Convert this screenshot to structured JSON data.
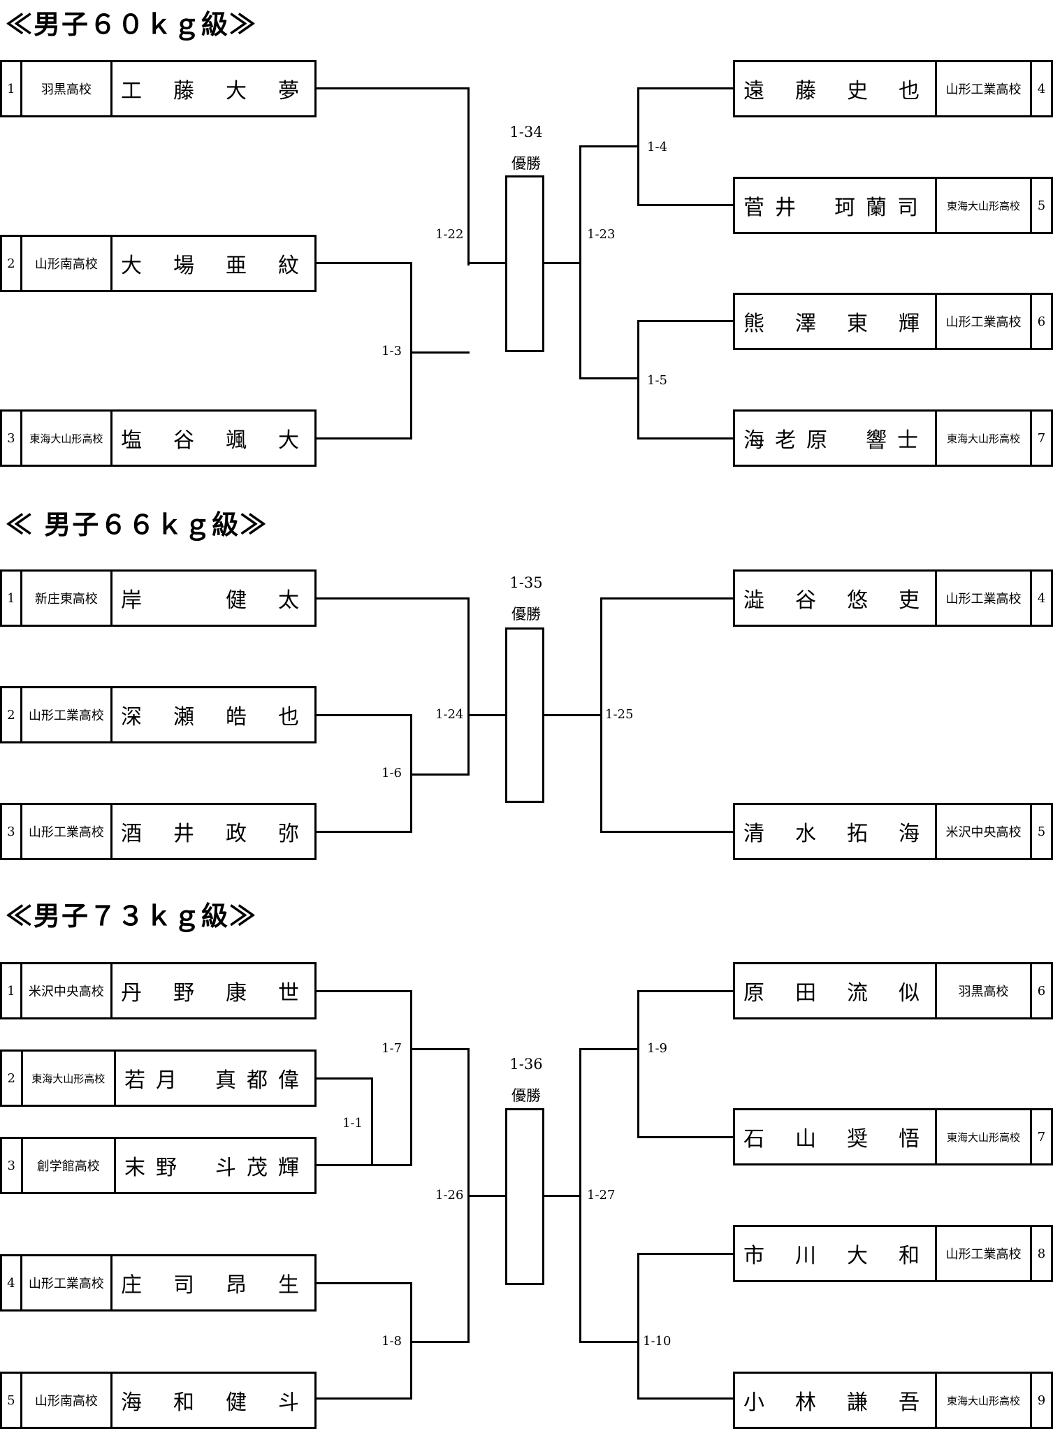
{
  "brackets": [
    {
      "title": "≪男子６０ｋｇ級≫",
      "final_match": "1-34",
      "final_label": "優勝",
      "left": [
        {
          "seed": "1",
          "school": "羽黒高校",
          "name": [
            "工",
            "藤",
            "大",
            "夢"
          ]
        },
        {
          "seed": "2",
          "school": "山形南高校",
          "name": [
            "大",
            "場",
            "亜",
            "紋"
          ]
        },
        {
          "seed": "3",
          "school": "東海大山形高校",
          "name": [
            "塩",
            "谷",
            "颯",
            "大"
          ]
        }
      ],
      "right": [
        {
          "seed": "4",
          "school": "山形工業高校",
          "name": [
            "遠",
            "藤",
            "史",
            "也"
          ]
        },
        {
          "seed": "5",
          "school": "東海大山形高校",
          "name": [
            "菅",
            "井",
            "",
            "珂",
            "蘭",
            "司"
          ]
        },
        {
          "seed": "6",
          "school": "山形工業高校",
          "name": [
            "熊",
            "澤",
            "東",
            "輝"
          ]
        },
        {
          "seed": "7",
          "school": "東海大山形高校",
          "name": [
            "海",
            "老",
            "原",
            "",
            "響",
            "士"
          ]
        }
      ],
      "matches": {
        "m1": "1-22",
        "m2": "1-3",
        "m3": "1-23",
        "m4": "1-4",
        "m5": "1-5"
      }
    },
    {
      "title": "≪ 男子６６ｋｇ級≫",
      "final_match": "1-35",
      "final_label": "優勝",
      "left": [
        {
          "seed": "1",
          "school": "新庄東高校",
          "name": [
            "岸",
            "",
            "健",
            "太"
          ]
        },
        {
          "seed": "2",
          "school": "山形工業高校",
          "name": [
            "深",
            "瀬",
            "皓",
            "也"
          ]
        },
        {
          "seed": "3",
          "school": "山形工業高校",
          "name": [
            "酒",
            "井",
            "政",
            "弥"
          ]
        }
      ],
      "right": [
        {
          "seed": "4",
          "school": "山形工業高校",
          "name": [
            "澁",
            "谷",
            "悠",
            "吏"
          ]
        },
        {
          "seed": "5",
          "school": "米沢中央高校",
          "name": [
            "清",
            "水",
            "拓",
            "海"
          ]
        }
      ],
      "matches": {
        "m1": "1-24",
        "m2": "1-6",
        "m3": "1-25"
      }
    },
    {
      "title": "≪男子７３ｋｇ級≫",
      "final_match": "1-36",
      "final_label": "優勝",
      "left": [
        {
          "seed": "1",
          "school": "米沢中央高校",
          "name": [
            "丹",
            "野",
            "康",
            "世"
          ]
        },
        {
          "seed": "2",
          "school": "東海大山形高校",
          "name": [
            "若",
            "月",
            "",
            "真",
            "都",
            "偉"
          ]
        },
        {
          "seed": "3",
          "school": "創学館高校",
          "name": [
            "末",
            "野",
            "",
            "斗",
            "茂",
            "輝"
          ]
        },
        {
          "seed": "4",
          "school": "山形工業高校",
          "name": [
            "庄",
            "司",
            "昂",
            "生"
          ]
        },
        {
          "seed": "5",
          "school": "山形南高校",
          "name": [
            "海",
            "和",
            "健",
            "斗"
          ]
        }
      ],
      "right": [
        {
          "seed": "6",
          "school": "羽黒高校",
          "name": [
            "原",
            "田",
            "流",
            "似"
          ]
        },
        {
          "seed": "7",
          "school": "東海大山形高校",
          "name": [
            "石",
            "山",
            "奨",
            "悟"
          ]
        },
        {
          "seed": "8",
          "school": "山形工業高校",
          "name": [
            "市",
            "川",
            "大",
            "和"
          ]
        },
        {
          "seed": "9",
          "school": "東海大山形高校",
          "name": [
            "小",
            "林",
            "謙",
            "吾"
          ]
        }
      ],
      "matches": {
        "m1": "1-7",
        "m2": "1-1",
        "m3": "1-26",
        "m4": "1-8",
        "m5": "1-27",
        "m6": "1-9",
        "m7": "1-10"
      }
    }
  ]
}
